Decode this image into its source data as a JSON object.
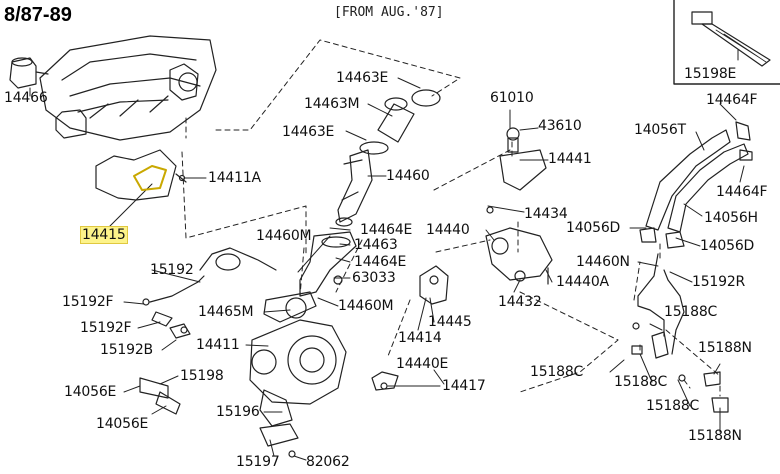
{
  "header": {
    "date_range": "8/87-89",
    "note": "[FROM AUG.'87]"
  },
  "highlight_color": "#fdf38a",
  "highlighted_part": "14415",
  "labels": {
    "p14466": "14466",
    "p14411A": "14411A",
    "p14415": "14415",
    "p14463E_top": "14463E",
    "p14463M": "14463M",
    "p14463E_mid": "14463E",
    "p14460": "14460",
    "p14464E_a": "14464E",
    "p14460M_a": "14460M",
    "p14463": "14463",
    "p14464E_b": "14464E",
    "p63033": "63033",
    "p14460M_b": "14460M",
    "p15192": "15192",
    "p15192F_a": "15192F",
    "p15192F_b": "15192F",
    "p15192B": "15192B",
    "p14465M": "14465M",
    "p14411": "14411",
    "p15198": "15198",
    "p14056E_a": "14056E",
    "p14056E_b": "14056E",
    "p15196": "15196",
    "p15197": "15197",
    "p82062": "82062",
    "p14414": "14414",
    "p14445": "14445",
    "p14440E": "14440E",
    "p14417": "14417",
    "p61010": "61010",
    "p43610": "43610",
    "p14441": "14441",
    "p14434": "14434",
    "p14440": "14440",
    "p14432": "14432",
    "p14440A": "14440A",
    "p15198E": "15198E",
    "p14464F_a": "14464F",
    "p14056T": "14056T",
    "p14464F_b": "14464F",
    "p14056H": "14056H",
    "p14056D_a": "14056D",
    "p14056D_b": "14056D",
    "p14460N": "14460N",
    "p15192R": "15192R",
    "p15188C_a": "15188C",
    "p15188C_b": "15188C",
    "p15188C_c": "15188C",
    "p15188C_d": "15188C",
    "p15188N_a": "15188N",
    "p15188N_b": "15188N"
  }
}
